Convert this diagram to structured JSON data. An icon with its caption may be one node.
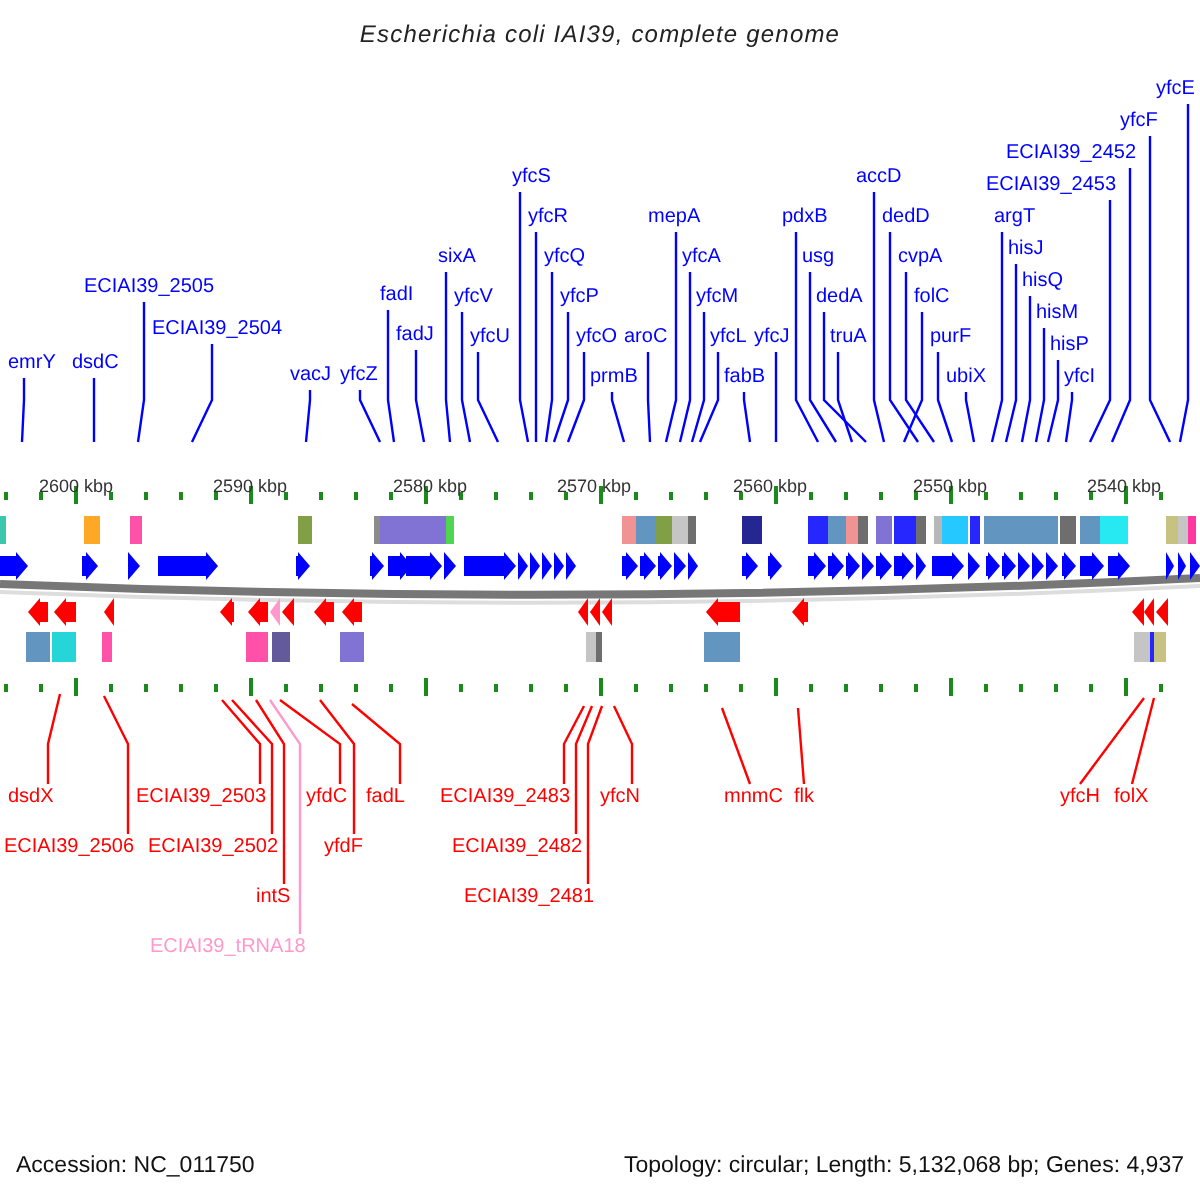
{
  "diagram": {
    "title": "Escherichia coli IAI39, complete genome",
    "nodes": [
      {
        "text": [
          "emrY"
        ]
      },
      {
        "text": [
          "dsdC"
        ]
      },
      {
        "text": [
          "ECIAI39_2505"
        ]
      },
      {
        "text": [
          "ECIAI39_2504"
        ]
      },
      {
        "text": [
          "vacJ"
        ]
      },
      {
        "text": [
          "yfcZ"
        ]
      },
      {
        "text": [
          "fadI"
        ]
      },
      {
        "text": [
          "fadJ"
        ]
      },
      {
        "text": [
          "sixA"
        ]
      },
      {
        "text": [
          "yfcV"
        ]
      },
      {
        "text": [
          "yfcU"
        ]
      },
      {
        "text": [
          "yfcS"
        ]
      },
      {
        "text": [
          "yfcR"
        ]
      },
      {
        "text": [
          "yfcQ"
        ]
      },
      {
        "text": [
          "yfcP"
        ]
      },
      {
        "text": [
          "yfcO"
        ]
      },
      {
        "text": [
          "prmB"
        ]
      },
      {
        "text": [
          "aroC"
        ]
      },
      {
        "text": [
          "mepA"
        ]
      },
      {
        "text": [
          "yfcA"
        ]
      },
      {
        "text": [
          "yfcM"
        ]
      },
      {
        "text": [
          "yfcL"
        ]
      },
      {
        "text": [
          "fabB"
        ]
      },
      {
        "text": [
          "yfcJ"
        ]
      },
      {
        "text": [
          "pdxB"
        ]
      },
      {
        "text": [
          "usg"
        ]
      },
      {
        "text": [
          "dedA"
        ]
      },
      {
        "text": [
          "truA"
        ]
      },
      {
        "text": [
          "accD"
        ]
      },
      {
        "text": [
          "dedD"
        ]
      },
      {
        "text": [
          "cvpA"
        ]
      },
      {
        "text": [
          "folC"
        ]
      },
      {
        "text": [
          "purF"
        ]
      },
      {
        "text": [
          "ubiX"
        ]
      },
      {
        "text": [
          "argT"
        ]
      },
      {
        "text": [
          "hisJ"
        ]
      },
      {
        "text": [
          "hisQ"
        ]
      },
      {
        "text": [
          "hisM"
        ]
      },
      {
        "text": [
          "hisP"
        ]
      },
      {
        "text": [
          "yfcI"
        ]
      },
      {
        "text": [
          "ECIAI39_2453"
        ]
      },
      {
        "text": [
          "ECIAI39_2452"
        ]
      },
      {
        "text": [
          "yfcF"
        ]
      },
      {
        "text": [
          "yfcE"
        ]
      },
      {
        "text": [
          "dsdX"
        ]
      },
      {
        "text": [
          "ECIAI39_2506"
        ]
      },
      {
        "text": [
          "ECIAI39_2503"
        ]
      },
      {
        "text": [
          "ECIAI39_2502"
        ]
      },
      {
        "text": [
          "intS"
        ]
      },
      {
        "text": [
          "ECIAI39_tRNA18"
        ]
      },
      {
        "text": [
          "yfdC"
        ]
      },
      {
        "text": [
          "yfdF"
        ]
      },
      {
        "text": [
          "fadL"
        ]
      },
      {
        "text": [
          "ECIAI39_2483"
        ]
      },
      {
        "text": [
          "ECIAI39_2482"
        ]
      },
      {
        "text": [
          "ECIAI39_2481"
        ]
      },
      {
        "text": [
          "yfcN"
        ]
      },
      {
        "text": [
          "mnmC"
        ]
      },
      {
        "text": [
          "flk"
        ]
      },
      {
        "text": [
          "yfcH"
        ]
      },
      {
        "text": [
          "folX"
        ]
      }
    ],
    "edges": [
      {
        "from": 0,
        "to": null,
        "arrow": "none"
      },
      {
        "from": 1,
        "to": null,
        "arrow": "none"
      },
      {
        "from": 2,
        "to": null,
        "arrow": "none"
      },
      {
        "from": 3,
        "to": null,
        "arrow": "none"
      },
      {
        "from": 4,
        "to": null,
        "arrow": "none"
      },
      {
        "from": 5,
        "to": null,
        "arrow": "none"
      },
      {
        "from": 6,
        "to": null,
        "arrow": "none"
      },
      {
        "from": 7,
        "to": null,
        "arrow": "none"
      },
      {
        "from": 8,
        "to": null,
        "arrow": "none"
      },
      {
        "from": 9,
        "to": null,
        "arrow": "none"
      },
      {
        "from": 10,
        "to": null,
        "arrow": "none"
      },
      {
        "from": 11,
        "to": null,
        "arrow": "none"
      },
      {
        "from": 12,
        "to": null,
        "arrow": "none"
      },
      {
        "from": 13,
        "to": null,
        "arrow": "none"
      },
      {
        "from": 14,
        "to": null,
        "arrow": "none"
      },
      {
        "from": 15,
        "to": null,
        "arrow": "none"
      },
      {
        "from": 16,
        "to": null,
        "arrow": "none"
      },
      {
        "from": 17,
        "to": null,
        "arrow": "none"
      },
      {
        "from": 18,
        "to": null,
        "arrow": "none"
      },
      {
        "from": 19,
        "to": null,
        "arrow": "none"
      },
      {
        "from": 20,
        "to": null,
        "arrow": "none"
      },
      {
        "from": 21,
        "to": null,
        "arrow": "none"
      },
      {
        "from": 22,
        "to": null,
        "arrow": "none"
      },
      {
        "from": 23,
        "to": null,
        "arrow": "none"
      },
      {
        "from": 24,
        "to": null,
        "arrow": "none"
      },
      {
        "from": 25,
        "to": null,
        "arrow": "none"
      },
      {
        "from": 26,
        "to": null,
        "arrow": "none"
      },
      {
        "from": 27,
        "to": null,
        "arrow": "none"
      },
      {
        "from": 28,
        "to": null,
        "arrow": "none"
      },
      {
        "from": 29,
        "to": null,
        "arrow": "none"
      },
      {
        "from": 30,
        "to": null,
        "arrow": "none"
      },
      {
        "from": 31,
        "to": null,
        "arrow": "none"
      },
      {
        "from": 32,
        "to": null,
        "arrow": "none"
      },
      {
        "from": 33,
        "to": null,
        "arrow": "none"
      },
      {
        "from": 34,
        "to": null,
        "arrow": "none"
      },
      {
        "from": 35,
        "to": null,
        "arrow": "none"
      },
      {
        "from": 36,
        "to": null,
        "arrow": "none"
      },
      {
        "from": 37,
        "to": null,
        "arrow": "none"
      },
      {
        "from": 38,
        "to": null,
        "arrow": "none"
      },
      {
        "from": 39,
        "to": null,
        "arrow": "none"
      },
      {
        "from": 40,
        "to": null,
        "arrow": "none"
      },
      {
        "from": 41,
        "to": null,
        "arrow": "none"
      },
      {
        "from": 42,
        "to": null,
        "arrow": "none"
      },
      {
        "from": 43,
        "to": null,
        "arrow": "none"
      },
      {
        "from": 44,
        "to": null,
        "arrow": "none",
        "color": "#ff0000"
      },
      {
        "from": 45,
        "to": null,
        "arrow": "none",
        "color": "#ff0000"
      },
      {
        "from": 46,
        "to": null,
        "arrow": "none",
        "color": "#ff0000"
      },
      {
        "from": 47,
        "to": null,
        "arrow": "none",
        "color": "#ff0000"
      },
      {
        "from": 48,
        "to": null,
        "arrow": "none",
        "color": "#ff0000"
      },
      {
        "from": 49,
        "to": null,
        "arrow": "none",
        "color": "#ff99cc"
      },
      {
        "from": 50,
        "to": null,
        "arrow": "none",
        "color": "#ff0000"
      },
      {
        "from": 51,
        "to": null,
        "arrow": "none",
        "color": "#ff0000"
      },
      {
        "from": 52,
        "to": null,
        "arrow": "none",
        "color": "#ff0000"
      },
      {
        "from": 53,
        "to": null,
        "arrow": "none",
        "color": "#ff0000"
      },
      {
        "from": 54,
        "to": null,
        "arrow": "none",
        "color": "#ff0000"
      },
      {
        "from": 55,
        "to": null,
        "arrow": "none",
        "color": "#ff0000"
      },
      {
        "from": 56,
        "to": null,
        "arrow": "none",
        "color": "#ff0000"
      },
      {
        "from": 57,
        "to": null,
        "arrow": "none",
        "color": "#ff0000"
      },
      {
        "from": 58,
        "to": null,
        "arrow": "none",
        "color": "#ff0000"
      },
      {
        "from": 59,
        "to": null,
        "arrow": "none",
        "color": "#ff0000"
      },
      {
        "from": 60,
        "to": null,
        "arrow": "none",
        "color": "#ff0000"
      }
    ],
    "labels": [
      "2600 kbp",
      "2590 kbp",
      "2580 kbp",
      "2570 kbp",
      "2560 kbp",
      "2550 kbp",
      "2540 kbp",
      "Accession: NC_011750",
      "Topology: circular; Length: 5,132,068 bp; Genes: 4,937"
    ]
  }
}
